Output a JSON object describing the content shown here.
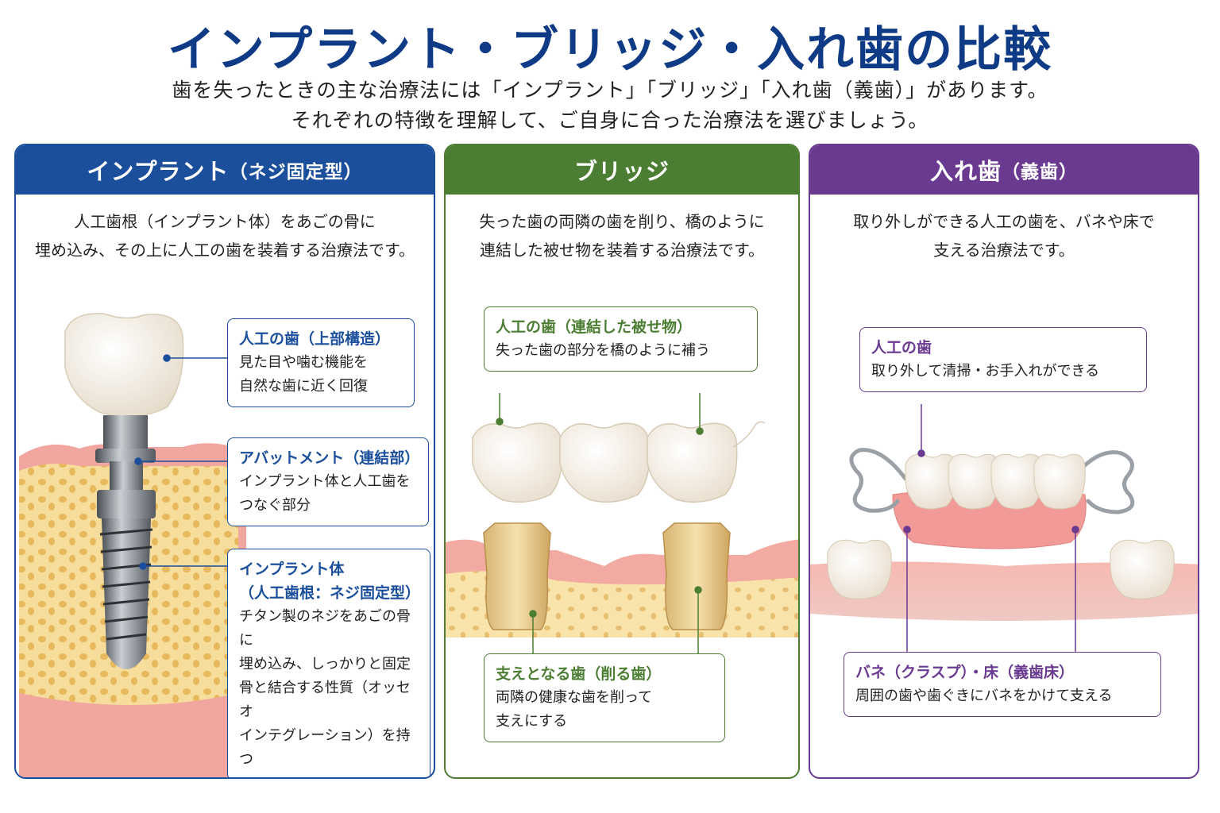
{
  "title": "インプラント・ブリッジ・入れ歯の比較",
  "intro": {
    "line1": "歯を失ったときの主な治療法には「インプラント」「ブリッジ」「入れ歯（義歯）」があります。",
    "line2": "それぞれの特徴を理解して、ご自身に合った治療法を選びましょう。"
  },
  "colors": {
    "implant": "#1b4f9c",
    "bridge": "#4b7d32",
    "denture": "#6a3a91"
  },
  "implant": {
    "heading": "インプラント",
    "heading_sub": "（ネジ固定型）",
    "desc_line1": "人工歯根（インプラント体）をあごの骨に",
    "desc_line2": "埋め込み、その上に人工の歯を装着する治療法です。",
    "callouts": [
      {
        "title": "人工の歯（上部構造）",
        "lines": [
          "見た目や噛む機能を",
          "自然な歯に近く回復"
        ]
      },
      {
        "title": "アバットメント（連結部）",
        "lines": [
          "インプラント体と人工歯を",
          "つなぐ部分"
        ]
      },
      {
        "title": "インプラント体",
        "title2": "（人工歯根：ネジ固定型）",
        "lines": [
          "チタン製のネジをあごの骨に",
          "埋め込み、しっかりと固定",
          "骨と結合する性質（オッセオ",
          "インテグレーション）を持つ"
        ]
      }
    ]
  },
  "bridge": {
    "heading": "ブリッジ",
    "desc_line1": "失った歯の両隣の歯を削り、橋のように",
    "desc_line2": "連結した被せ物を装着する治療法です。",
    "callouts": [
      {
        "title": "人工の歯（連結した被せ物）",
        "lines": [
          "失った歯の部分を橋のように補う"
        ]
      },
      {
        "title": "支えとなる歯（削る歯）",
        "lines": [
          "両隣の健康な歯を削って",
          "支えにする"
        ]
      }
    ]
  },
  "denture": {
    "heading": "入れ歯",
    "heading_sub": "（義歯）",
    "desc_line1": "取り外しができる人工の歯を、バネや床で",
    "desc_line2": "支える治療法です。",
    "callouts": [
      {
        "title": "人工の歯",
        "lines": [
          "取り外して清掃・お手入れができる"
        ]
      },
      {
        "title": "バネ（クラスプ）・床（義歯床）",
        "lines": [
          "周囲の歯や歯ぐきにバネをかけて支える"
        ]
      }
    ]
  }
}
